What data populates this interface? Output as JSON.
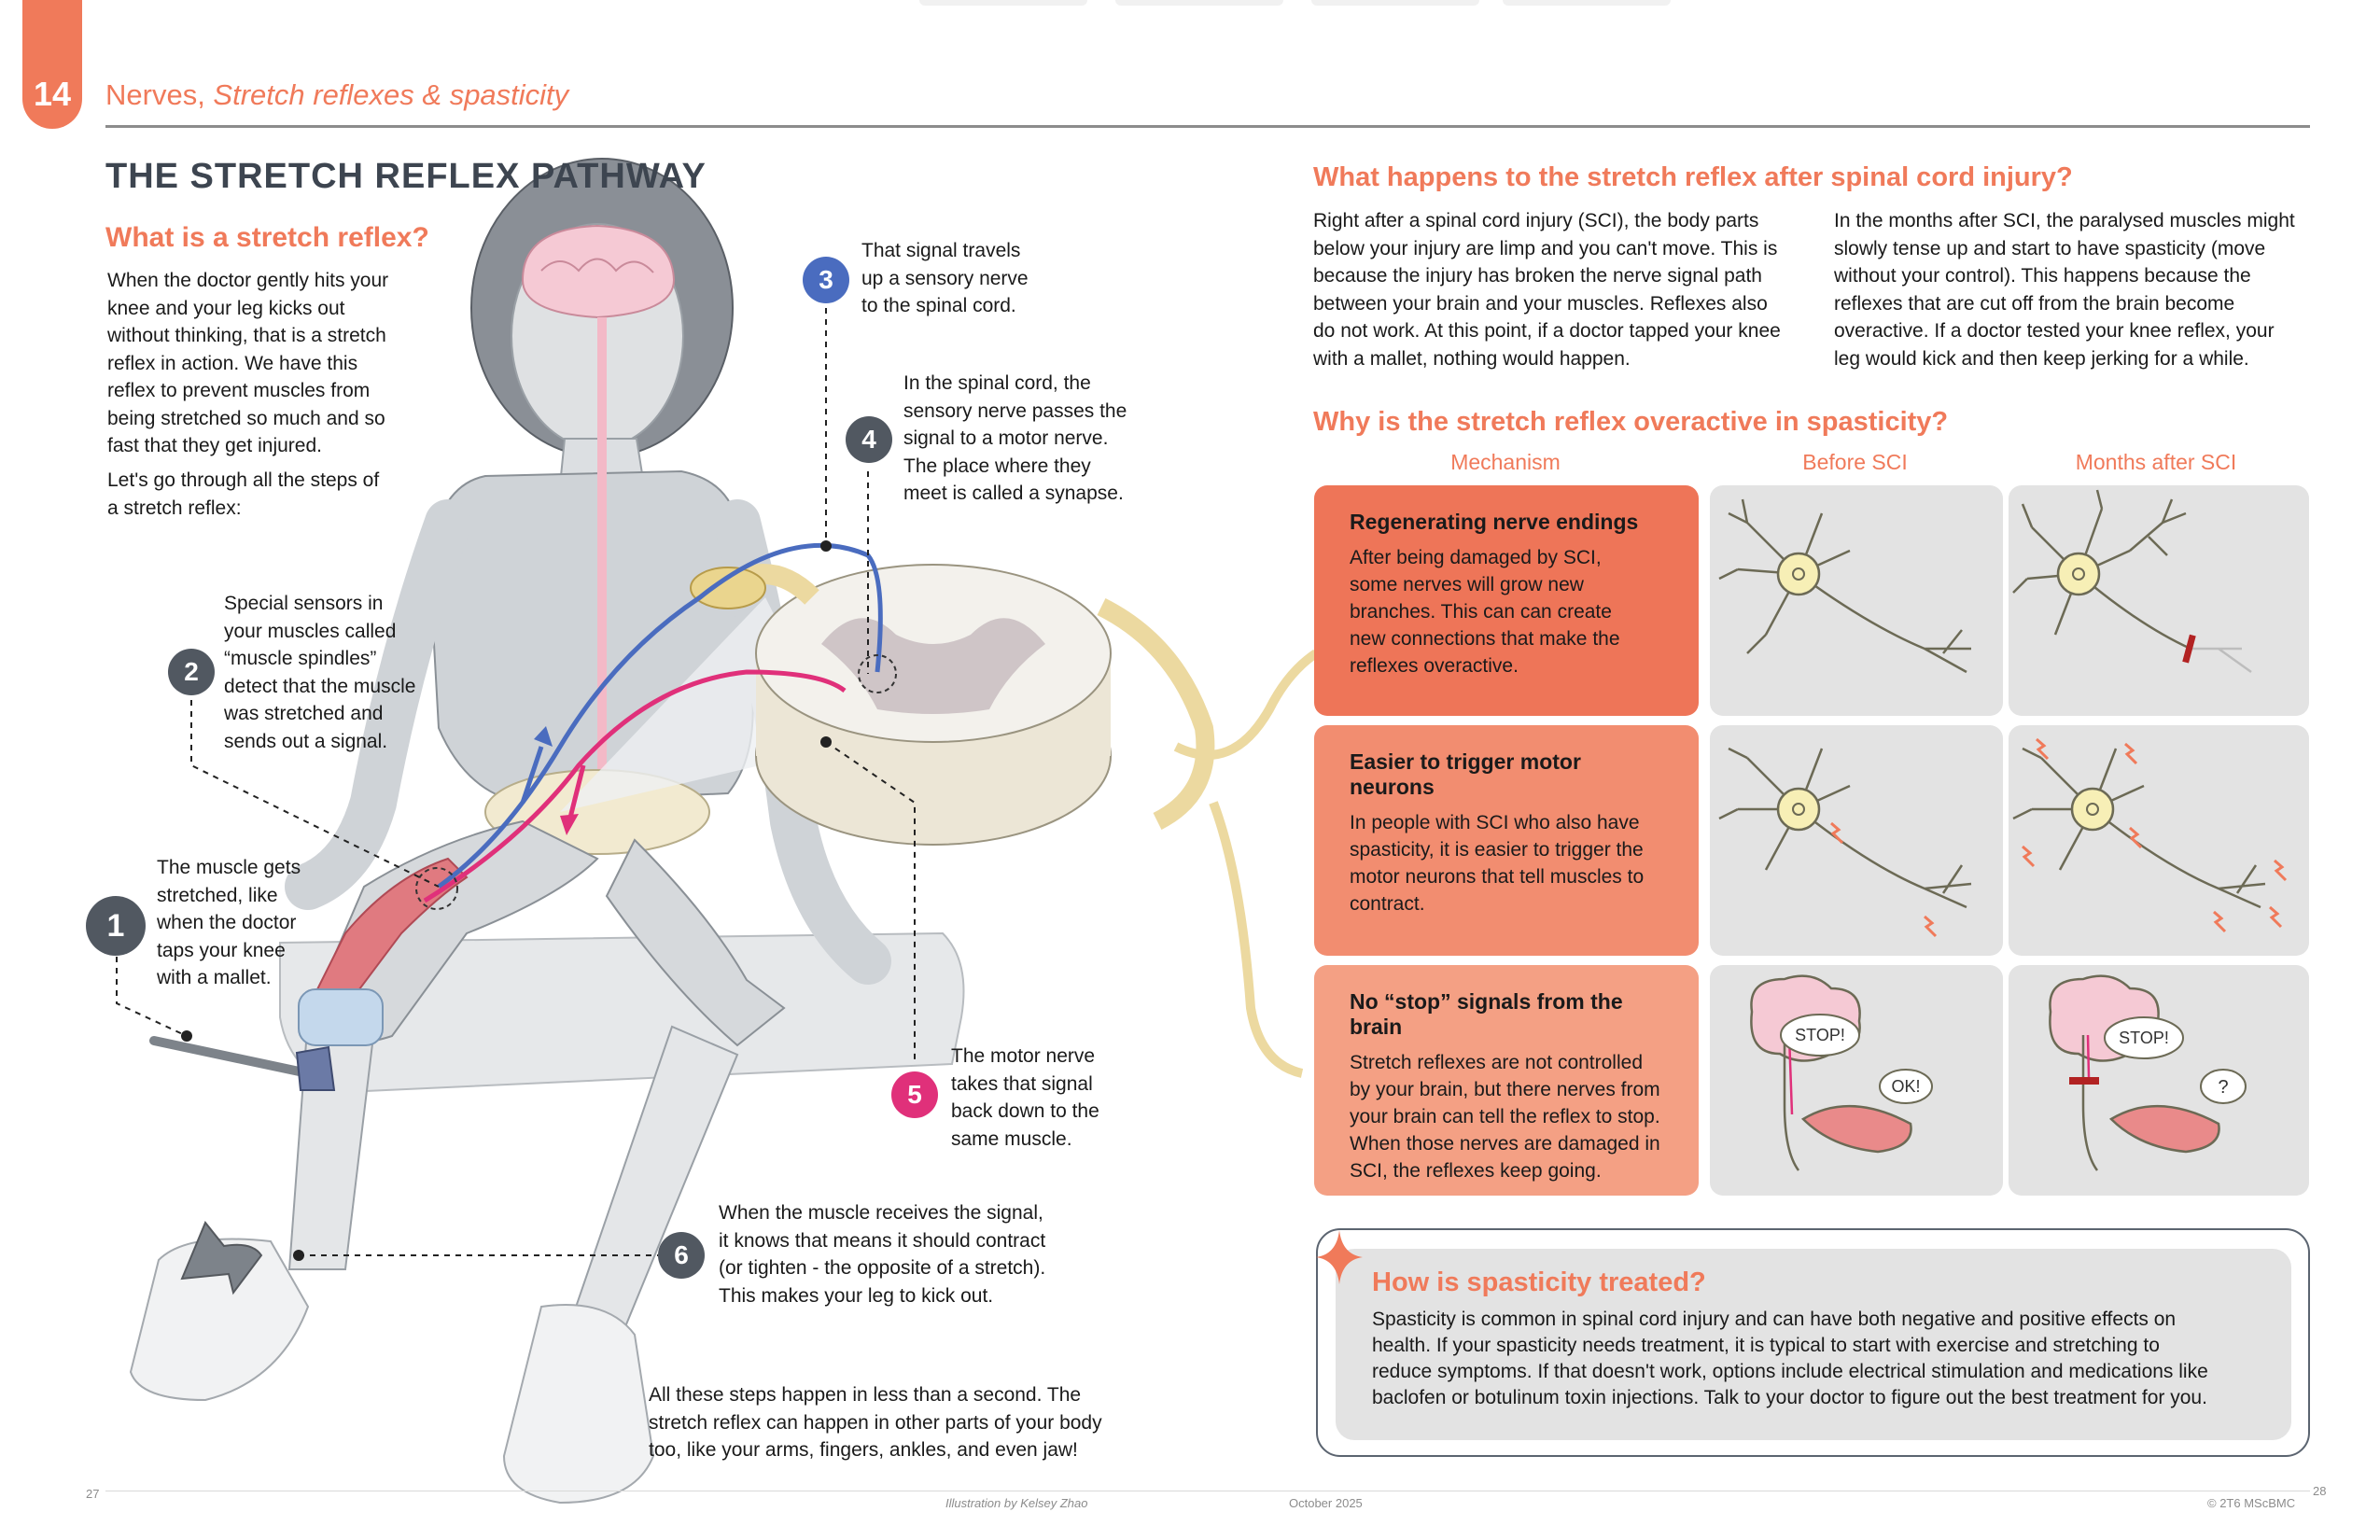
{
  "header": {
    "page_number": "14",
    "breadcrumb_plain": "Nerves, ",
    "breadcrumb_italic": "Stretch reflexes & spasticity"
  },
  "left": {
    "title": "THE STRETCH REFLEX PATHWAY",
    "what_heading": "What is a stretch reflex?",
    "what_lines": [
      "When the doctor gently hits your",
      "knee and your leg kicks out",
      "without thinking, that is a stretch",
      "reflex in action. We have this",
      "reflex to prevent muscles from",
      "being stretched so much and so",
      "fast that they get injured."
    ],
    "steps_intro_lines": [
      "Let's go through all the steps of",
      "a stretch reflex:"
    ],
    "step1": {
      "num": "1",
      "lines": [
        "The muscle gets",
        "stretched, like",
        "when the doctor",
        "taps your knee",
        "with a mallet."
      ]
    },
    "step2": {
      "num": "2",
      "lines": [
        "Special sensors in",
        "your muscles called",
        "“muscle spindles”",
        "detect that the muscle",
        "was stretched and",
        "sends out a signal."
      ]
    },
    "step3": {
      "num": "3",
      "lines": [
        "That signal travels",
        "up a sensory nerve",
        "to the spinal cord."
      ]
    },
    "step4": {
      "num": "4",
      "lines": [
        "In the spinal cord, the",
        "sensory nerve passes the",
        "signal to a motor nerve.",
        "The place where they",
        "meet is called a synapse."
      ]
    },
    "step5": {
      "num": "5",
      "lines": [
        "The motor nerve",
        "takes that signal",
        "back down to the",
        "same muscle."
      ]
    },
    "step6": {
      "num": "6",
      "lines": [
        "When the muscle receives the signal,",
        "it knows that means it should contract",
        "(or tighten - the opposite of a stretch).",
        "This makes your leg to kick out."
      ]
    },
    "closing_lines": [
      "All these steps happen in less than a second. The",
      "stretch reflex can happen in other parts of your body",
      "too, like your arms, fingers, ankles, and even jaw!"
    ]
  },
  "right": {
    "after_heading": "What happens to the stretch reflex after spinal cord injury?",
    "after_col1_lines": [
      "Right after a spinal cord injury (SCI), the body parts",
      "below your injury are limp and you can't move. This is",
      "because the injury has broken the nerve signal path",
      "between your brain and your muscles.  Reflexes also",
      "do not work. At this point, if a doctor tapped your knee",
      "with a mallet, nothing would happen."
    ],
    "after_col2_lines": [
      "In the months after SCI, the paralysed muscles might",
      "slowly tense up and start to have spasticity (move",
      "without your control). This happens because the",
      "reflexes that are cut off from the brain become",
      "overactive. If a doctor tested your knee reflex, your",
      "leg would kick and then keep jerking for a while."
    ],
    "why_heading": "Why is the stretch reflex overactive in spasticity?",
    "col_headers": [
      "Mechanism",
      "Before SCI",
      "Months after SCI"
    ],
    "rows": [
      {
        "title": "Regenerating nerve endings",
        "lines": [
          "After being damaged by SCI,",
          "some nerves will grow new",
          "branches. This can can create",
          "new connections that make the",
          "reflexes overactive."
        ]
      },
      {
        "title": "Easier to trigger motor neurons",
        "lines": [
          "In people with SCI who also have",
          "spasticity, it is easier to trigger the",
          "motor neurons that tell muscles to",
          "contract."
        ]
      },
      {
        "title": "No “stop” signals from the brain",
        "lines": [
          "Stretch reflexes are not controlled",
          "by your brain, but there nerves from",
          "your brain can tell the reflex to stop.",
          "When those nerves are damaged in",
          "SCI, the reflexes keep going."
        ]
      }
    ],
    "bubbles": {
      "stop": "STOP!",
      "ok": "OK!",
      "question": "?"
    },
    "treat_heading": "How is spasticity treated?",
    "treat_lines": [
      "Spasticity is common in spinal cord injury and can have both negative and positive effects on",
      "health. If your spasticity needs treatment, it is typical to start with exercise and stretching to",
      "reduce symptoms. If that doesn't work, options include electrical stimulation and medications like",
      "baclofen or botulinum toxin injections. Talk to your doctor to figure out the best treatment for you."
    ]
  },
  "footer": {
    "left_page": "27",
    "credit": "Illustration by Kelsey Zhao",
    "date": "October 2025",
    "copyright": "© 2T6 MScBMC",
    "right_page": "28"
  },
  "colors": {
    "accent": "#f07a5a",
    "card1": "#ee7558",
    "card2": "#f28d70",
    "card3": "#f4a084",
    "step_dark": "#515861",
    "step_blue": "#4a6cbf",
    "step_pink": "#e0307a",
    "neuron_fill": "#f7efb6",
    "cut_mark": "#b22222"
  }
}
